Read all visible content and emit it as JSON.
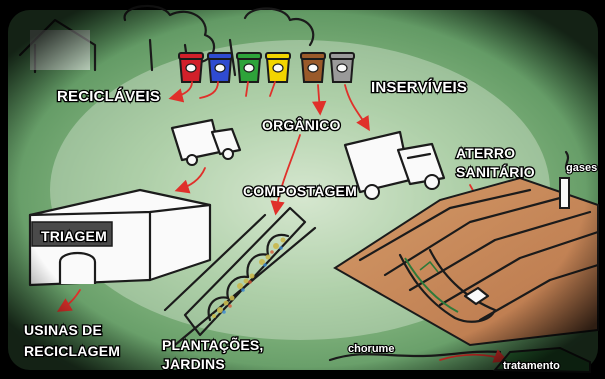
{
  "labels": {
    "reciclaveis": "RECICLÁVEIS",
    "inserviveis": "INSERVÍVEIS",
    "organico": "ORGÂNICO",
    "compostagem": "COMPOSTAGEM",
    "triagem": "TRIAGEM",
    "usinas_line1": "USINAS DE",
    "usinas_line2": "RECICLAGEM",
    "plantacoes_line1": "PLANTAÇÕES,",
    "plantacoes_line2": "JARDINS",
    "aterro_line1": "ATERRO",
    "aterro_line2": "SANITÁRIO",
    "gases": "gases",
    "chorume": "chorume",
    "tratamento": "tratamento"
  },
  "bin_colors": [
    "#d2202a",
    "#2f4bd0",
    "#2ea33a",
    "#f2d500",
    "#9a5a2a",
    "#9a9a9a"
  ],
  "colors": {
    "background_green": "#5e9a64",
    "arrow_red": "#e0302a",
    "soil": "#c98a58"
  }
}
